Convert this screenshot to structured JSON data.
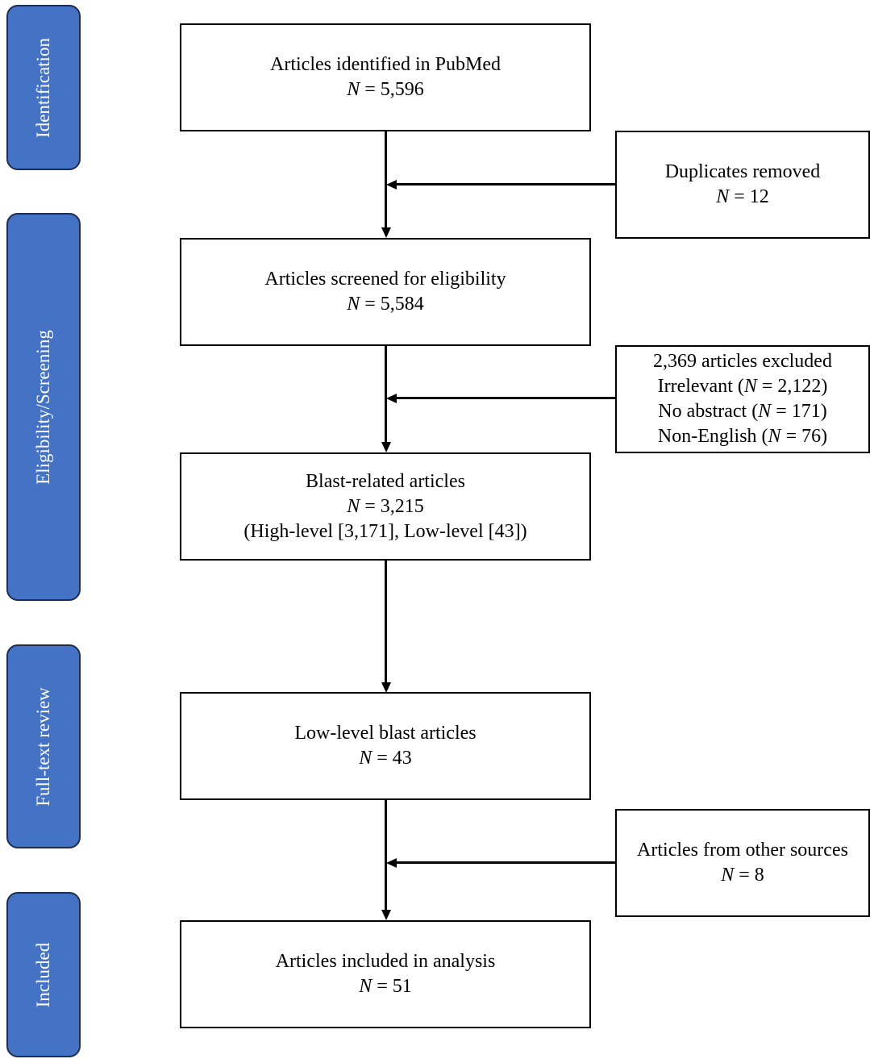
{
  "stages": {
    "identification": "Identification",
    "screening": "Eligibility/Screening",
    "full_text": "Full-text review",
    "included": "Included"
  },
  "boxes": {
    "pubmed": {
      "title": "Articles identified in PubMed",
      "n_label": "N",
      "n_value": "= 5,596"
    },
    "duplicates": {
      "title": "Duplicates removed",
      "n_label": "N",
      "n_value": "= 12"
    },
    "screened": {
      "title": "Articles screened for eligibility",
      "n_label": "N",
      "n_value": "= 5,584"
    },
    "excluded": {
      "title": "2,369 articles excluded",
      "reasons": [
        {
          "pre": "Irrelevant (",
          "n_label": "N",
          "post": " = 2,122)"
        },
        {
          "pre": "No abstract (",
          "n_label": "N",
          "post": " = 171)"
        },
        {
          "pre": "Non-English (",
          "n_label": "N",
          "post": " = 76)"
        }
      ]
    },
    "blast": {
      "title": "Blast-related articles",
      "n_label": "N",
      "n_value": "= 3,215",
      "detail": "(High-level [3,171], Low-level [43])"
    },
    "low_level": {
      "title": "Low-level blast articles",
      "n_label": "N",
      "n_value": "= 43"
    },
    "other_sources": {
      "title": "Articles from other sources",
      "n_label": "N",
      "n_value": "= 8"
    },
    "included": {
      "title": "Articles included in analysis",
      "n_label": "N",
      "n_value": "= 51"
    }
  }
}
